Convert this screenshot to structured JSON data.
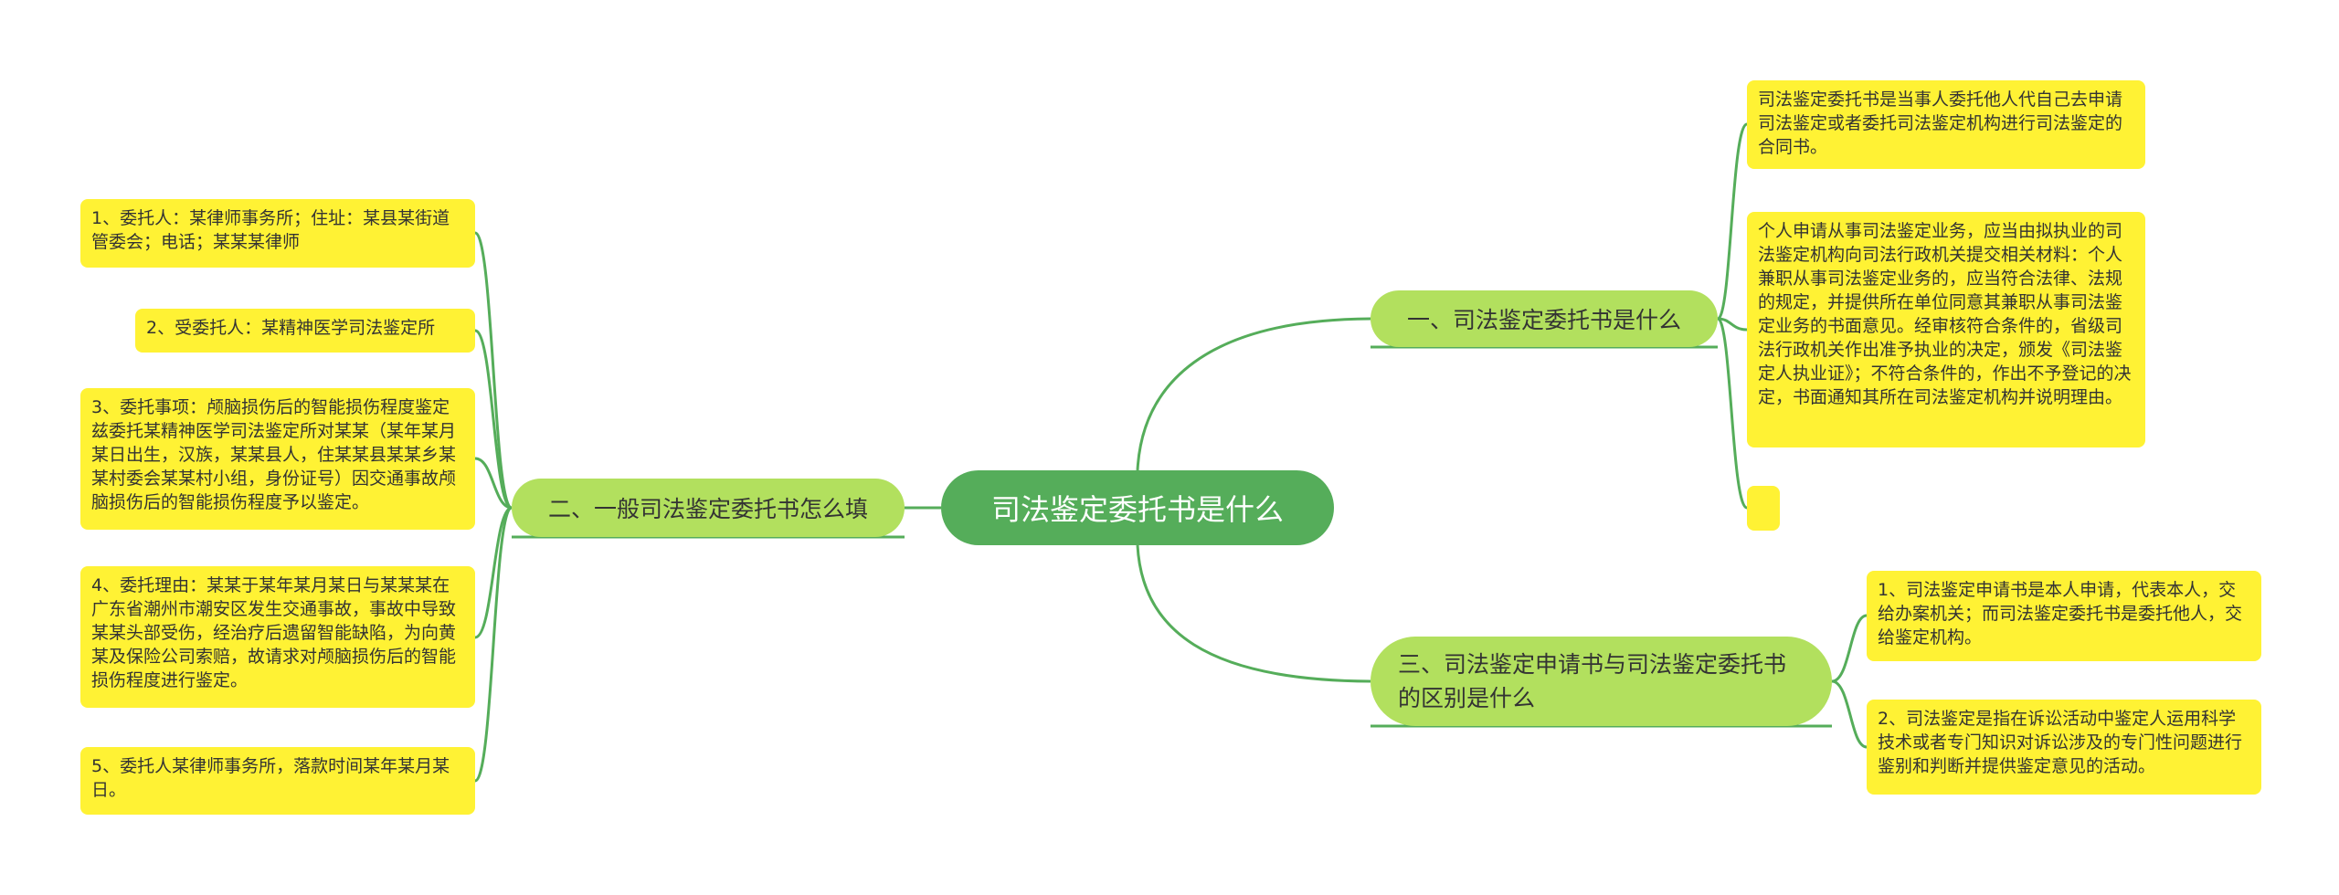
{
  "root": {
    "label": "司法鉴定委托书是什么"
  },
  "branches": [
    {
      "label": "一、司法鉴定委托书是什么",
      "leaves": [
        "司法鉴定委托书是当事人委托他人代自己去申请司法鉴定或者委托司法鉴定机构进行司法鉴定的合同书。",
        "个人申请从事司法鉴定业务，应当由拟执业的司法鉴定机构向司法行政机关提交相关材料：个人兼职从事司法鉴定业务的，应当符合法律、法规的规定，并提供所在单位同意其兼职从事司法鉴定业务的书面意见。经审核符合条件的，省级司法行政机关作出准予执业的决定，颁发《司法鉴定人执业证》；不符合条件的，作出不予登记的决定，书面通知其所在司法鉴定机构并说明理由。",
        ""
      ]
    },
    {
      "label": "二、一般司法鉴定委托书怎么填",
      "leaves": [
        "1、委托人：某律师事务所；住址：某县某街道管委会；电话；某某某律师",
        "2、受委托人：某精神医学司法鉴定所",
        "3、委托事项：颅脑损伤后的智能损伤程度鉴定兹委托某精神医学司法鉴定所对某某（某年某月某日出生，汉族，某某县人，住某某县某某乡某某村委会某某村小组，身份证号）因交通事故颅脑损伤后的智能损伤程度予以鉴定。",
        "4、委托理由：某某于某年某月某日与某某某在广东省潮州市潮安区发生交通事故，事故中导致某某头部受伤，经治疗后遗留智能缺陷，为向黄某及保险公司索赔，故请求对颅脑损伤后的智能损伤程度进行鉴定。",
        "5、委托人某律师事务所，落款时间某年某月某日。"
      ]
    },
    {
      "label": "三、司法鉴定申请书与司法鉴定委托书的区别是什么",
      "leaves": [
        "1、司法鉴定申请书是本人申请，代表本人，交给办案机关；而司法鉴定委托书是委托他人，交给鉴定机构。",
        "2、司法鉴定是指在诉讼活动中鉴定人运用科学技术或者专门知识对诉讼涉及的专门性问题进行鉴别和判断并提供鉴定意见的活动。"
      ]
    }
  ],
  "colors": {
    "root": "#55ad5a",
    "branch": "#b2e05e",
    "leaf": "#fff234",
    "link": "#55ad5a"
  }
}
